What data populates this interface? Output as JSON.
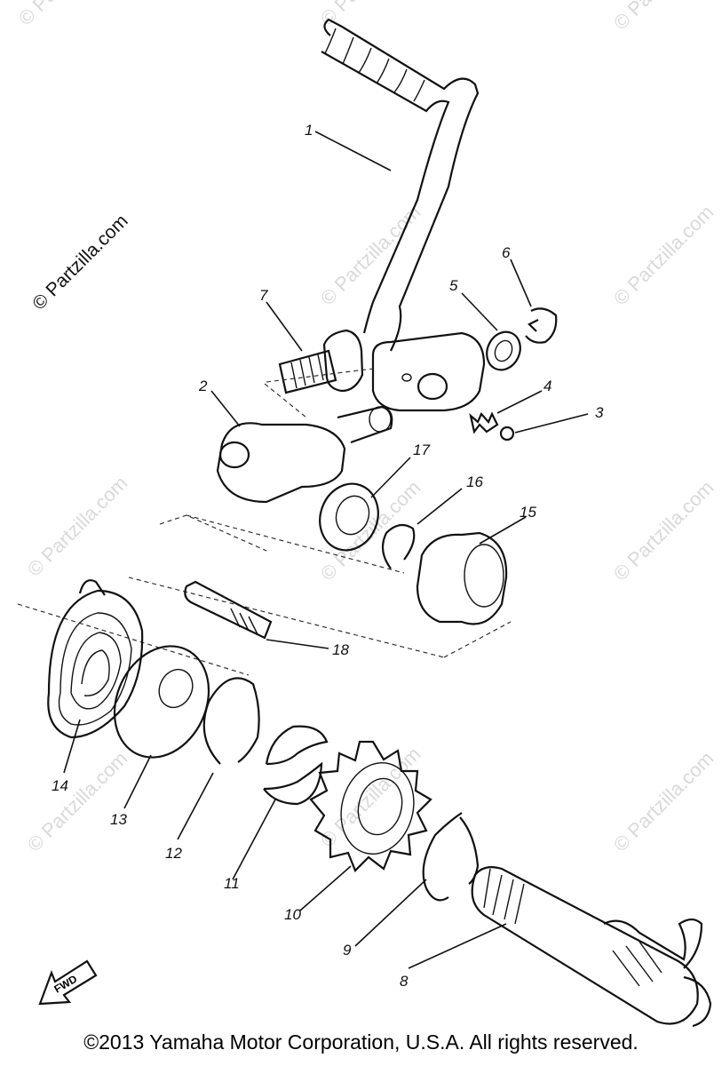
{
  "watermark": {
    "main": "© Partzilla.com",
    "faint": "© Partzilla.com"
  },
  "fwd_label": "FWD",
  "callouts": [
    {
      "id": "1",
      "label": "1"
    },
    {
      "id": "2",
      "label": "2"
    },
    {
      "id": "3",
      "label": "3"
    },
    {
      "id": "4",
      "label": "4"
    },
    {
      "id": "5",
      "label": "5"
    },
    {
      "id": "6",
      "label": "6"
    },
    {
      "id": "7",
      "label": "7"
    },
    {
      "id": "8",
      "label": "8"
    },
    {
      "id": "9",
      "label": "9"
    },
    {
      "id": "10",
      "label": "10"
    },
    {
      "id": "11",
      "label": "11"
    },
    {
      "id": "12",
      "label": "12"
    },
    {
      "id": "13",
      "label": "13"
    },
    {
      "id": "14",
      "label": "14"
    },
    {
      "id": "15",
      "label": "15"
    },
    {
      "id": "16",
      "label": "16"
    },
    {
      "id": "17",
      "label": "17"
    },
    {
      "id": "18",
      "label": "18"
    }
  ],
  "copyright": "©2013  Yamaha Motor Corporation, U.S.A. All rights reserved."
}
